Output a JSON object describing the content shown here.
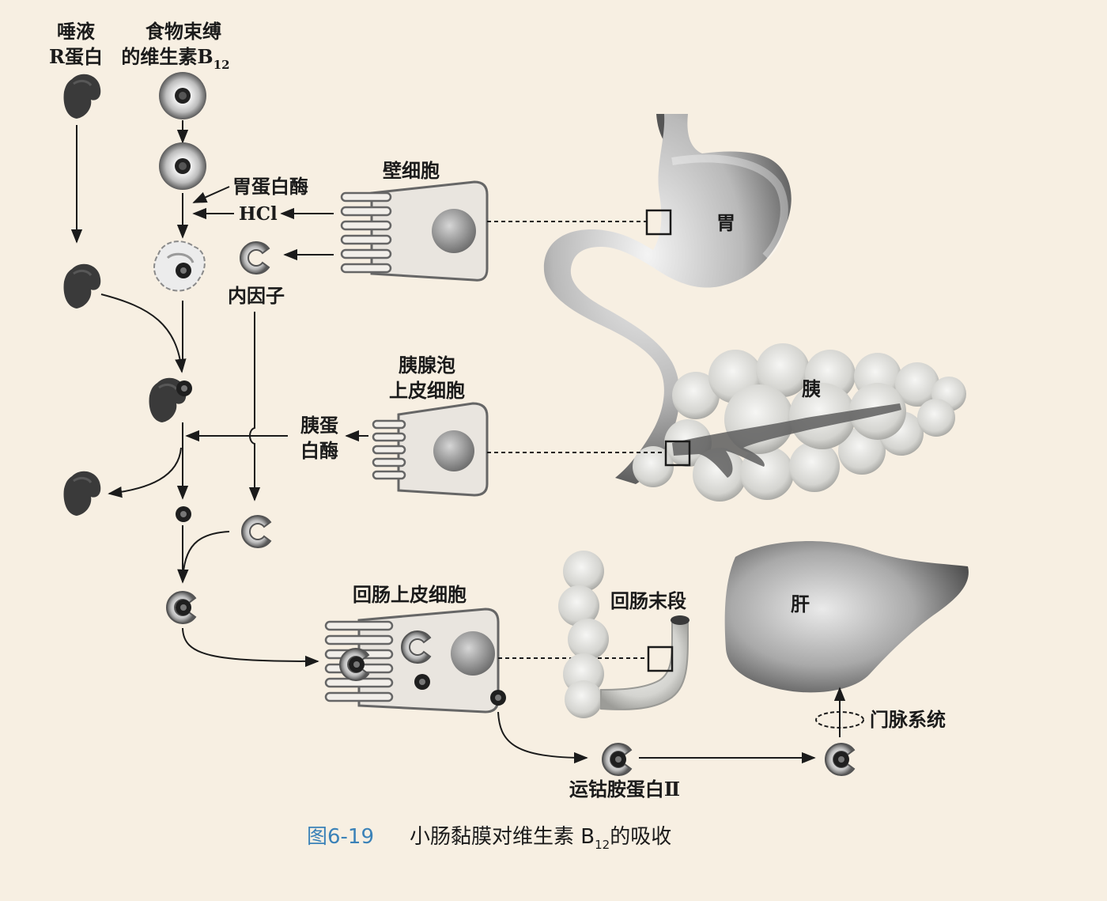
{
  "labels": {
    "saliva_line1": "唾液",
    "saliva_line2": "R蛋白",
    "food_line1": "食物束缚",
    "food_line2": "的维生素B",
    "food_sub": "12",
    "pepsin": "胃蛋白酶",
    "hcl": "HCl",
    "parietal": "壁细胞",
    "intrinsic": "内因子",
    "stomach": "胃",
    "acinar_line1": "胰腺泡",
    "acinar_line2": "上皮细胞",
    "pancreas": "胰",
    "trypsin_line1": "胰蛋",
    "trypsin_line2": "白酶",
    "ileal_cell": "回肠上皮细胞",
    "terminal_ileum": "回肠末段",
    "liver": "肝",
    "portal": "门脉系统",
    "tc2": "运钴胺蛋白Ⅱ"
  },
  "caption": {
    "figure_no": "图6-19",
    "text": "小肠黏膜对维生素 B",
    "sub": "12",
    "text_after": "的吸收"
  },
  "colors": {
    "background": "#f7efe2",
    "caption_accent": "#3b82b8",
    "cell_fill": "#e9e5df",
    "protein": "#3a3a3a"
  }
}
